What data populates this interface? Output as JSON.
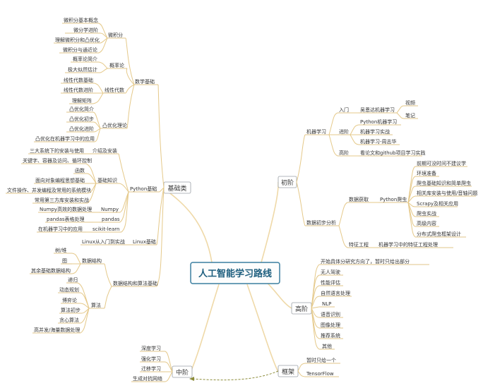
{
  "center": "人工智能学习路线",
  "branches": {
    "jichu": {
      "label": "基础类",
      "math": {
        "label": "数学基础",
        "calculus": {
          "label": "微积分",
          "items": [
            "微积分基本概念",
            "微分学进阶",
            "理解微积分和凸优化",
            "微积分与通近论"
          ]
        },
        "prob": {
          "label": "概率论",
          "items": [
            "概率论简介",
            "极大似然估计"
          ]
        },
        "linear": {
          "label": "线性代数",
          "items": [
            "线性代数基础",
            "线性代数进阶",
            "理解矩阵"
          ]
        },
        "convex": {
          "label": "凸优化理论",
          "items": [
            "凸优化简介",
            "凸优化初步",
            "凸优化进阶",
            "凸优化在机器学习中的应用"
          ]
        }
      },
      "python": {
        "label": "Python基础",
        "intro": {
          "label": "介绍及安装",
          "items": [
            "三大系统下的安装与使用"
          ]
        },
        "basic": {
          "label": "基础知识",
          "items": [
            "关键字、容器及访问、循环控制",
            "函数",
            "面向对象编程思想基础",
            "文件操作、并发编程及常用的系统模块",
            "常用第三方库安装和实战"
          ]
        },
        "numpy": {
          "label": "Numpy",
          "items": [
            "Numpy高效的数据处理"
          ]
        },
        "pandas": {
          "label": "pandas",
          "items": [
            "pandas表格处理"
          ]
        },
        "sklearn": {
          "label": "scikit-learn",
          "items": [
            "在机器学习中的应用"
          ]
        }
      },
      "linux": {
        "label": "Linux基础",
        "items": [
          "Linux从入门到实战"
        ]
      },
      "ds": {
        "label": "数据结构和算法基础",
        "structure": {
          "label": "数据结构",
          "items": [
            "树/堆",
            "图",
            "其余基础数据结构"
          ]
        },
        "algo": {
          "label": "算法",
          "items": [
            "递归",
            "动态规划",
            "博弈论",
            "算法初步",
            "贪心算法",
            "高并发/海量数据处理"
          ]
        }
      }
    },
    "chuji": {
      "label": "初阶",
      "ml": {
        "label": "机器学习",
        "rumen": {
          "label": "入门",
          "sub": "吴恩达机器学习",
          "items": [
            "视频",
            "笔记"
          ]
        },
        "jinjie": {
          "label": "进阶",
          "items": [
            "Python机器学习",
            "机器学习实战",
            "机器学习-周志华"
          ]
        },
        "gaoji": {
          "label": "高阶",
          "items": [
            "看论文和github项目学习实践"
          ]
        }
      },
      "data": {
        "label": "数据初步分析",
        "acquire": {
          "label": "数据获取",
          "sub": "Python爬虫",
          "items": [
            "前期可没时间不建议学",
            "环境准备",
            "爬虫基础知识和简单爬虫",
            "相关库安装与使用/音轴问题",
            "Scrapy及相关应用",
            "爬虫实战",
            "高级内容",
            "分布式爬虫框架设计"
          ]
        },
        "feature": {
          "label": "特征工程",
          "items": [
            "机器学习中的特征工程处理"
          ]
        }
      }
    },
    "gaojie": {
      "label": "高阶",
      "items": [
        "开始具体分研究方向了，暂时只给出部分",
        "无人驾驶",
        "性能评估",
        "自然语言处理",
        "NLP",
        "语音识别",
        "图像处理",
        "推荐系统",
        "其他"
      ]
    },
    "kuangjia": {
      "label": "框架",
      "items": [
        "暂时只给一个",
        "TensorFlow"
      ]
    },
    "zhongjie": {
      "label": "中阶",
      "items": [
        "深度学习",
        "强化学习",
        "迁移学习",
        "生成对抗网络"
      ]
    }
  }
}
